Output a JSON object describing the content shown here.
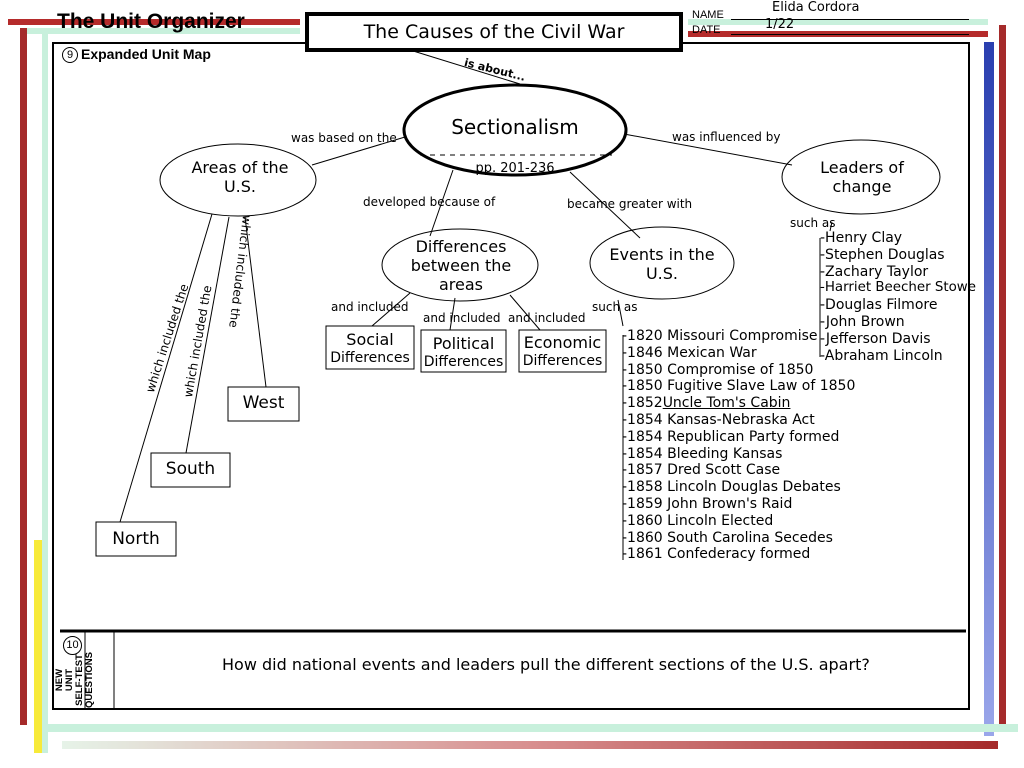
{
  "header": {
    "title": "The Unit Organizer",
    "topic": "The Causes of the Civil War",
    "name_label": "NAME",
    "name_value": "Elida Cordora",
    "date_label": "DATE",
    "date_value": "1/22"
  },
  "map": {
    "number": "9",
    "title": "Expanded Unit Map",
    "is_about": "is about...",
    "central": "Sectionalism",
    "central_pages": "pp. 201-236",
    "links": {
      "based_on": "was based on the",
      "influenced_by": "was influenced by",
      "developed_because": "developed because of",
      "became_greater": "became greater with",
      "such_as_leaders": "such as",
      "such_as_events": "such as",
      "and_included": "and included",
      "and_included_2": "and included",
      "and_included_3": "and included",
      "included_north": "which included the",
      "included_south": "which included the",
      "included_west": "which included the"
    },
    "nodes": {
      "areas_line1": "Areas of the",
      "areas_line2": "U.S.",
      "leaders_line1": "Leaders of",
      "leaders_line2": "change",
      "differences_line1": "Differences",
      "differences_line2": "between the",
      "differences_line3": "areas",
      "events_line1": "Events in the",
      "events_line2": "U.S."
    },
    "boxes": {
      "social_1": "Social",
      "social_2": "Differences",
      "political_1": "Political",
      "political_2": "Differences",
      "economic_1": "Economic",
      "economic_2": "Differences",
      "west": "West",
      "south": "South",
      "north": "North"
    },
    "leaders": [
      "-Henry Clay",
      "-Stephen Douglas",
      "-Zachary Taylor",
      "-Harriet Beecher Stowe",
      "-Douglas Filmore",
      "-John Brown",
      "-Jefferson Davis",
      "-Abraham Lincoln"
    ],
    "events": [
      "-1820 Missouri Compromise",
      "-1846 Mexican War",
      "-1850 Compromise of 1850",
      "-1850 Fugitive Slave Law of 1850",
      "-1852",
      "-1854 Kansas-Nebraska Act",
      "-1854 Republican Party formed",
      "-1854 Bleeding Kansas",
      "-1857 Dred Scott Case",
      "-1858 Lincoln Douglas Debates",
      "-1859 John Brown's Raid",
      "-1860 Lincoln Elected",
      "-1860 South Carolina Secedes",
      "-1861  Confederacy formed"
    ],
    "event_book": "Uncle Tom's Cabin"
  },
  "questions": {
    "number": "10",
    "label_lines": [
      "NEW",
      "UNIT",
      "SELF-TEST",
      "QUESTIONS"
    ],
    "question": "How did national events and leaders pull the different sections of the U.S. apart?"
  },
  "colors": {
    "frame_red": "#a52a2a",
    "frame_green": "#c8f0dc",
    "frame_blue": "#2a3fb0",
    "frame_yellow": "#f7ea3a"
  }
}
